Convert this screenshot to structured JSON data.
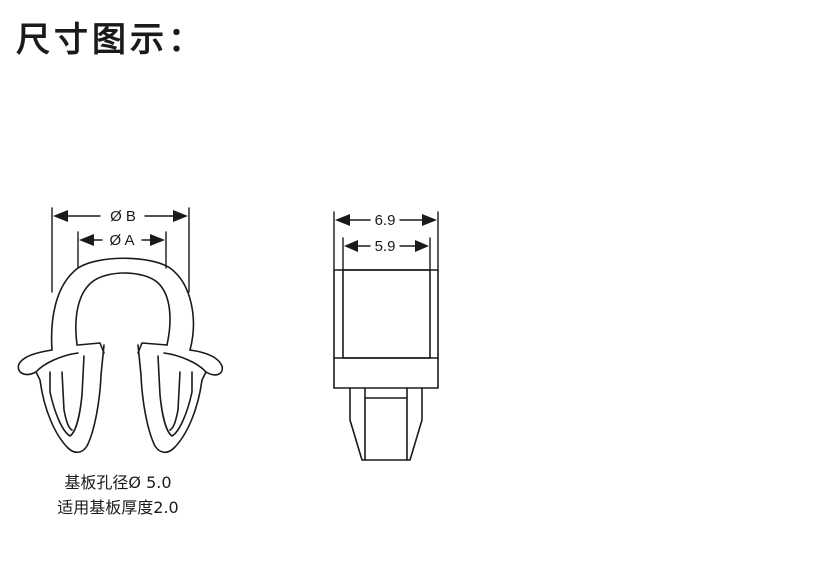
{
  "header": {
    "title": "尺寸图示："
  },
  "clip_view": {
    "dim_outer_label": "Ø B",
    "dim_inner_label": "Ø A",
    "note_hole": "基板孔径Ø 5.0",
    "note_thickness": "适用基板厚度2.0"
  },
  "side_view": {
    "dim_outer_label": "6.9",
    "dim_inner_label": "5.9"
  },
  "colors": {
    "line": "#1a1a1a",
    "background": "#ffffff"
  }
}
